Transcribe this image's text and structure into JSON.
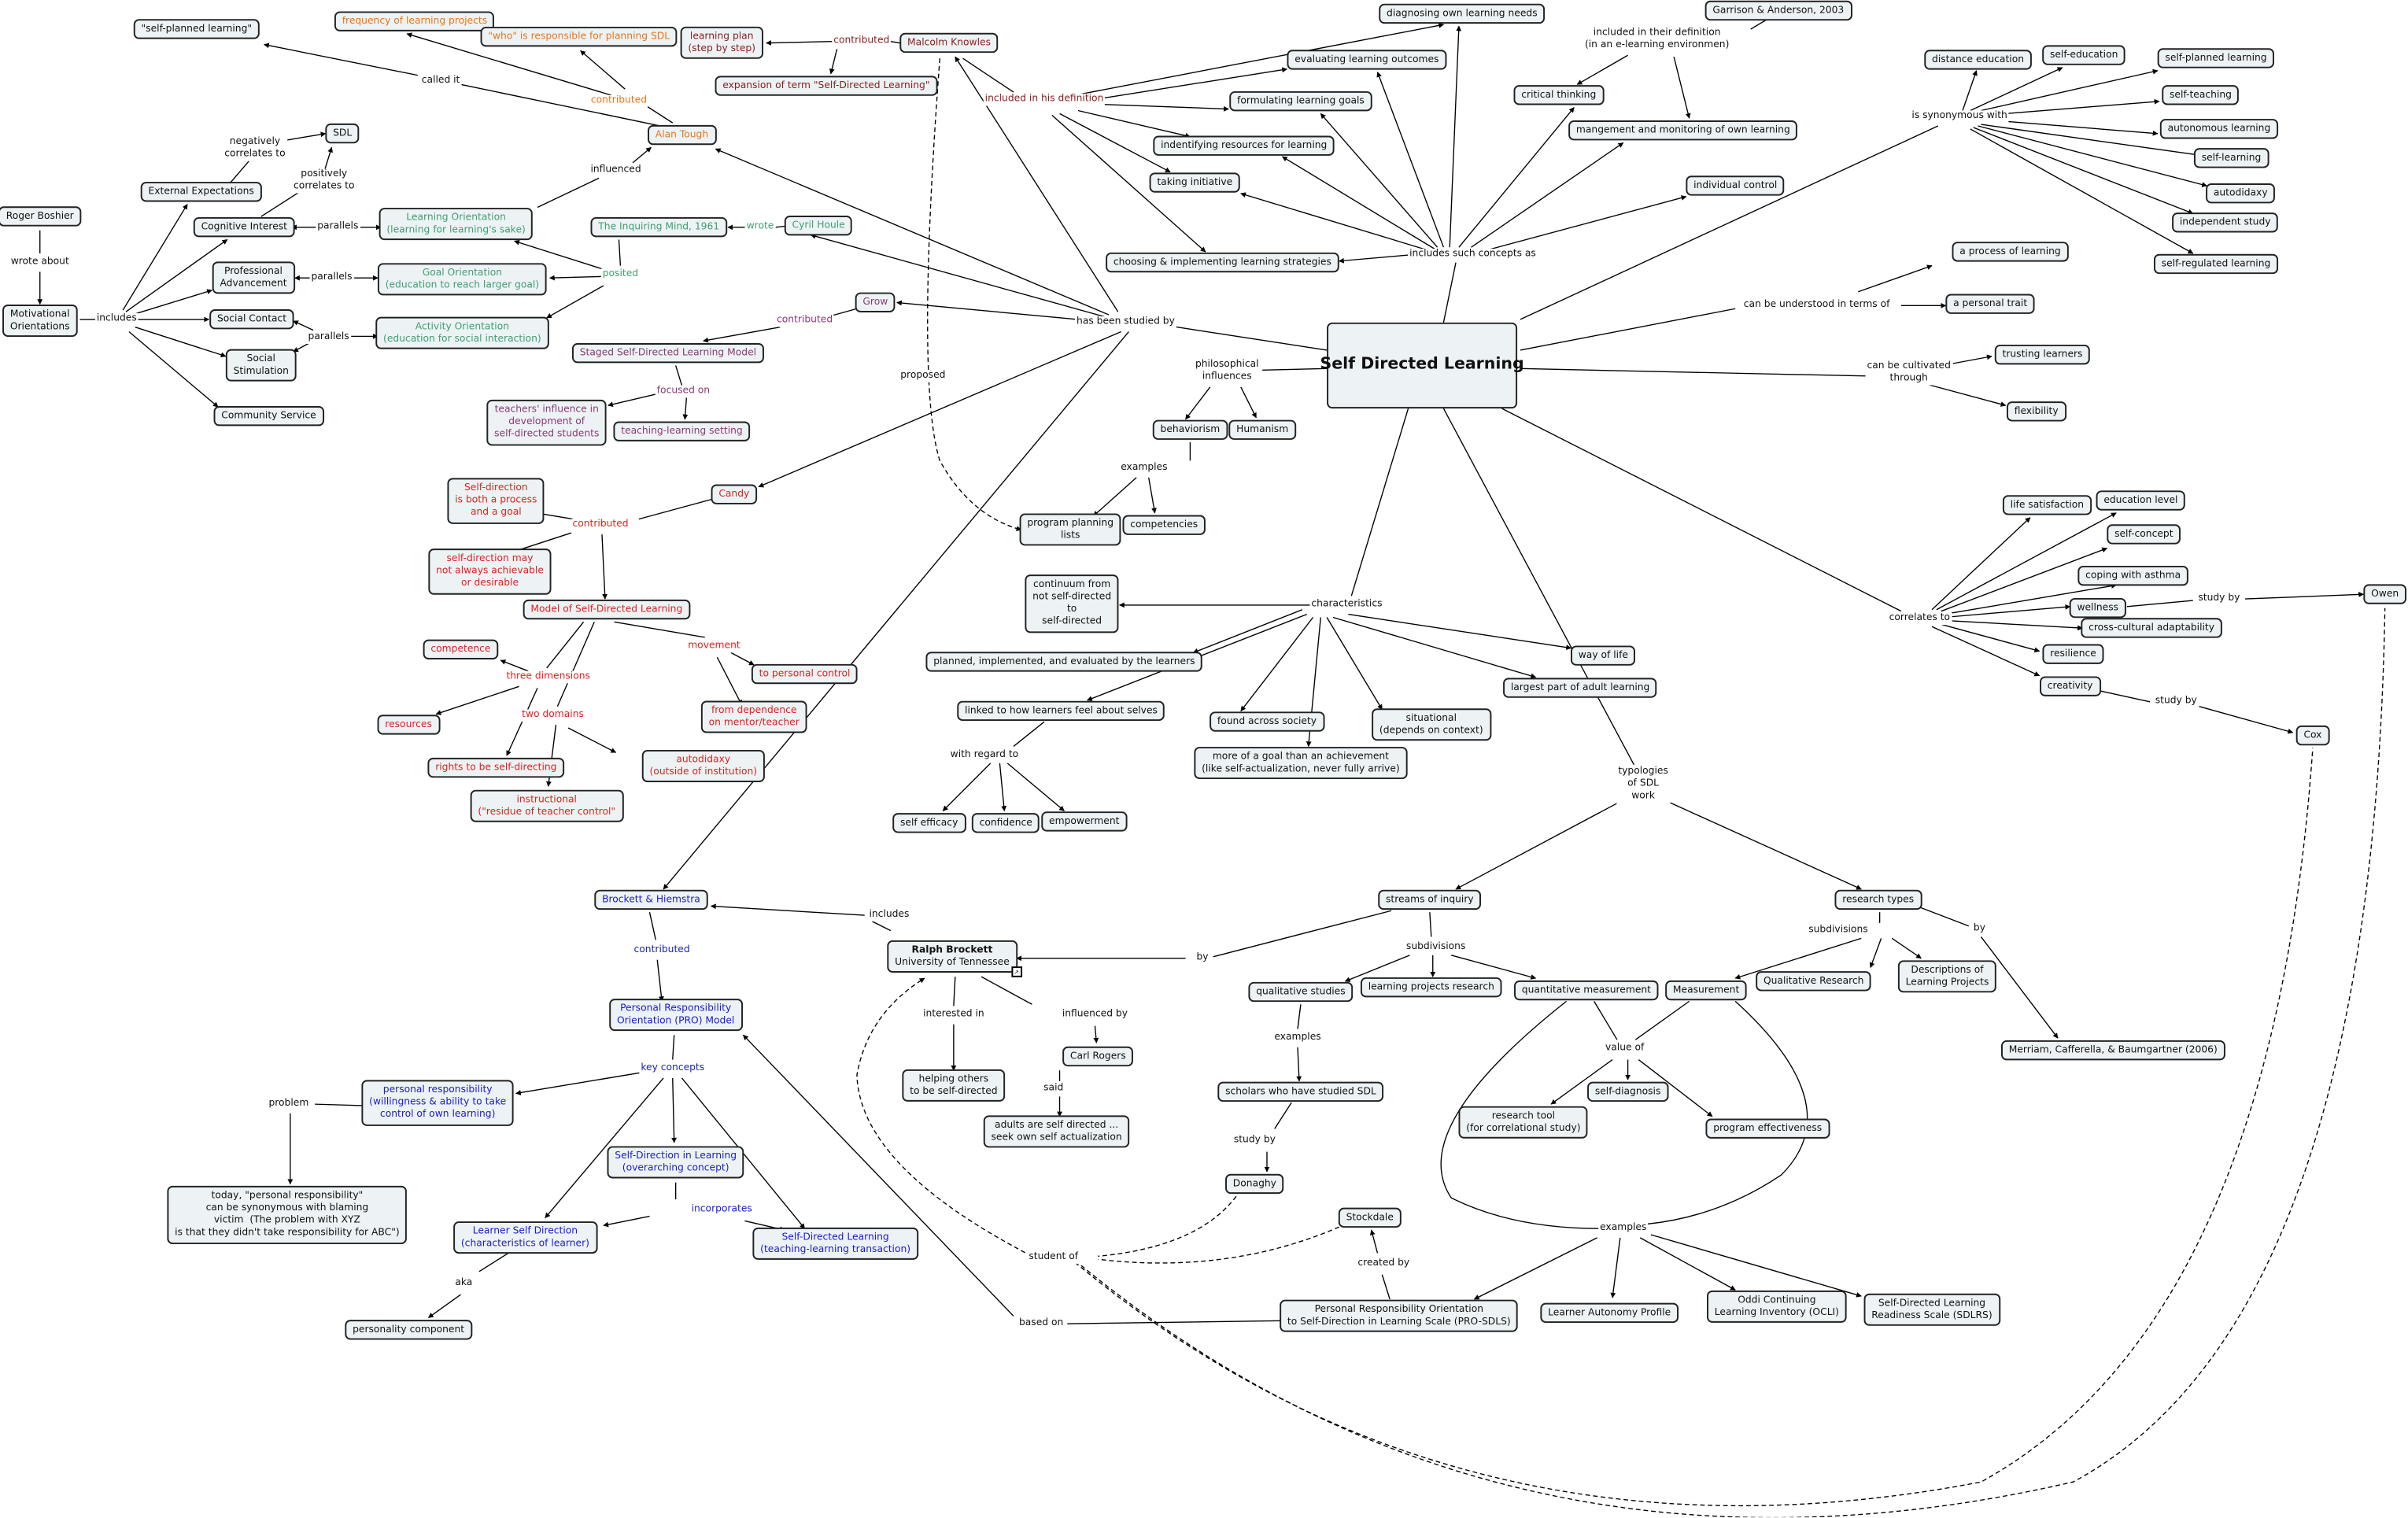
{
  "title": "Self Directed Learning",
  "colors": {
    "node_fill": "#edf3f5",
    "alan_tough": "#e8751a",
    "houle": "#3f9f6f",
    "grow": "#8b3a73",
    "knowles": "#8b1c1c",
    "candy": "#e41e1e",
    "brockett_hiemstra": "#1a1ad0"
  },
  "concepts": [
    "\"self-planned learning\"",
    "frequency of learning projects",
    "\"who\" is responsible for planning SDL",
    "learning plan\n(step by step)",
    "expansion of term \"Self-Directed Learning\"",
    "Malcolm Knowles",
    "Alan Tough",
    "SDL",
    "External Expectations",
    "Roger Boshier",
    "Cognitive Interest",
    "Learning Orientation\n(learning for learning's sake)",
    "The Inquiring Mind, 1961",
    "Cyril Houle",
    "Professional\nAdvancement",
    "Goal Orientation\n(education to reach larger goal)",
    "Motivational\nOrientations",
    "Social Contact",
    "Activity Orientation\n(education for social interaction)",
    "Social\nStimulation",
    "Community Service",
    "Grow",
    "Staged Self-Directed Learning Model",
    "teachers' influence in\ndevelopment of\nself-directed students",
    "teaching-learning setting",
    "diagnosing own learning needs",
    "evaluating learning outcomes",
    "formulating learning goals",
    "indentifying resources for learning",
    "taking initiative",
    "choosing & implementing learning strategies",
    "Garrison & Anderson, 2003",
    "critical thinking",
    "mangement and monitoring of own learning",
    "individual control",
    "Self Directed Learning",
    "distance education",
    "self-education",
    "self-planned learning",
    "self-teaching",
    "autonomous learning",
    "self-learning",
    "autodidaxy",
    "independent study",
    "self-regulated learning",
    "a process of learning",
    "a personal trait",
    "trusting learners",
    "flexibility",
    "behaviorism",
    "Humanism",
    "program planning\nlists",
    "competencies",
    "Candy",
    "Self-direction\nis both a process\nand a goal",
    "self-direction may\nnot always achievable\nor desirable",
    "Model of Self-Directed Learning",
    "competence",
    "resources",
    "rights to be self-directing",
    "to personal control",
    "from dependence\non mentor/teacher",
    "autodidaxy\n(outside of institution)",
    "instructional\n(\"residue of teacher control\"",
    "continuum from\nnot self-directed\nto\nself-directed",
    "planned, implemented, and evaluated by the learners",
    "linked to how learners feel about selves",
    "found across society",
    "way of life",
    "largest part of adult learning",
    "situational\n(depends on context)",
    "more of a goal than an achievement\n(like self-actualization, never fully arrive)",
    "self efficacy",
    "confidence",
    "empowerment",
    "life satisfaction",
    "education level",
    "self-concept",
    "coping with asthma",
    "wellness",
    "cross-cultural adaptability",
    "resilience",
    "creativity",
    "Owen",
    "Cox",
    "Brockett & Hiemstra",
    "Ralph Brockett",
    "Personal Responsibility\nOrientation (PRO) Model",
    "personal responsibility\n(willingness & ability to take\ncontrol of own learning)",
    "today, \"personal responsibility\"\ncan be synonymous with blaming\nvictim  (The problem with XYZ\nis that they didn't take responsibility for ABC\")",
    "Self-Direction in Learning\n(overarching concept)",
    "Learner Self Direction\n(characteristics of learner)",
    "Self-Directed Learning\n(teaching-learning transaction)",
    "personality component",
    "helping others\nto be self-directed",
    "Carl Rogers",
    "adults are self directed ...\nseek own self actualization",
    "streams of inquiry",
    "qualitative studies",
    "learning projects research",
    "quantitative measurement",
    "scholars who have studied SDL",
    "Donaghy",
    "Stockdale",
    "Personal Responsibility Orientation\nto Self-Direction in Learning Scale (PRO-SDLS)",
    "research tool\n(for correlational study)",
    "self-diagnosis",
    "program effectiveness",
    "research types",
    "Measurement",
    "Qualitative Research",
    "Descriptions of\nLearning Projects",
    "Merriam, Cafferella, & Baumgartner (2006)",
    "Learner Autonomy Profile",
    "Oddi Continuing\nLearning Inventory (OCLI)",
    "Self-Directed Learning\nReadiness Scale (SDLRS)",
    "University of Tennessee"
  ],
  "links": [
    "called it",
    "contributed",
    "contributed",
    "included in his definition",
    "influenced",
    "negatively\ncorrelates to",
    "positively\ncorrelates to",
    "wrote about",
    "includes",
    "parallels",
    "parallels",
    "parallels",
    "wrote",
    "posited",
    "contributed",
    "focused on",
    "has been studied by",
    "proposed",
    "includes such concepts as",
    "included in their definition\n(in an e-learning environmen)",
    "is synonymous with",
    "can be understood in terms of",
    "can be cultivated\nthrough",
    "philosophical\ninfluences",
    "examples",
    "contributed",
    "three dimensions",
    "movement",
    "two domains",
    "characteristics",
    "with regard to",
    "correlates to",
    "study by",
    "study by",
    "typologies\nof SDL\nwork",
    "includes",
    "contributed",
    "key concepts",
    "problem",
    "incorporates",
    "aka",
    "interested in",
    "influenced by",
    "said",
    "by",
    "subdivisions",
    "examples",
    "study by",
    "student of",
    "created by",
    "based on",
    "value of",
    "subdivisions",
    "by",
    "examples"
  ]
}
